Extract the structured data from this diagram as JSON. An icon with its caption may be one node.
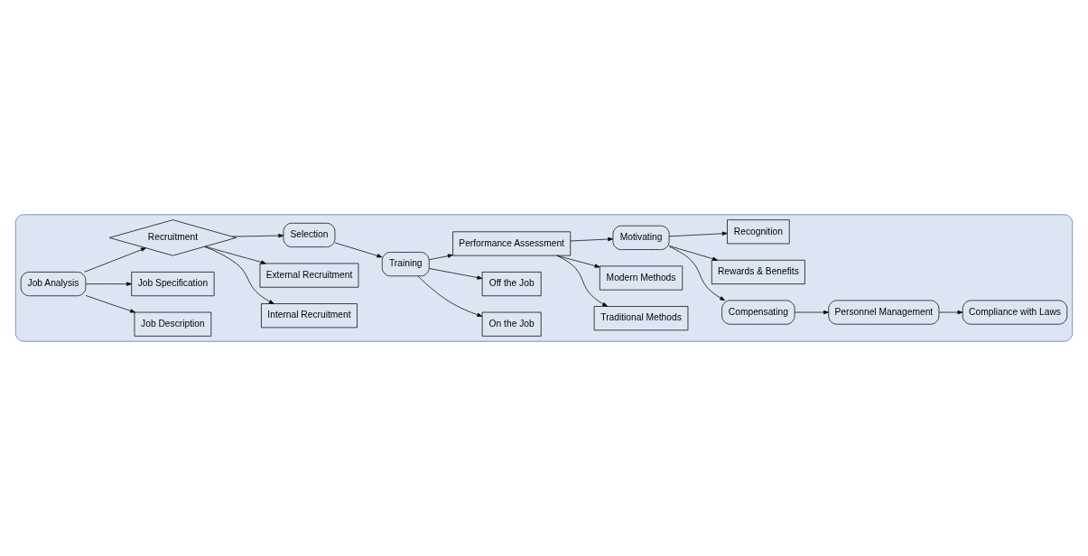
{
  "diagram": {
    "nodes": [
      {
        "text": [],
        "shape": "box"
      },
      {
        "text": [
          "Job Description"
        ],
        "in": 0
      },
      {
        "text": [
          "Job Specification"
        ],
        "in": 0
      },
      {
        "text": [
          "Job Analysis"
        ],
        "in": 0
      },
      {
        "text": [
          "Recruitment"
        ],
        "in": 0
      },
      {
        "text": [
          "Internal Recruitment"
        ],
        "in": 0
      },
      {
        "text": [
          "External Recruitment"
        ],
        "in": 0
      },
      {
        "text": [
          "Selection"
        ],
        "in": 0
      },
      {
        "text": [
          "Training"
        ],
        "in": 0
      },
      {
        "text": [
          "On the Job"
        ],
        "in": 0
      },
      {
        "text": [
          "Off the Job"
        ],
        "in": 0
      },
      {
        "text": [
          "Performance Assessment"
        ],
        "in": 0
      },
      {
        "text": [
          "Traditional Methods"
        ],
        "in": 0
      },
      {
        "text": [
          "Modern Methods"
        ],
        "in": 0
      },
      {
        "text": [
          "Compliance with Laws"
        ],
        "in": 0
      },
      {
        "text": [
          "Personnel Management"
        ],
        "in": 0
      },
      {
        "text": [
          "Compensating"
        ],
        "in": 0
      },
      {
        "text": [
          "Motivating"
        ],
        "in": 0
      },
      {
        "text": [
          "Rewards & Benefits"
        ],
        "in": 0
      },
      {
        "text": [
          "Recognition"
        ],
        "in": 0
      }
    ],
    "edges": [
      {
        "from": 3,
        "to": 1,
        "arrow": "to"
      },
      {
        "from": 3,
        "to": 2,
        "arrow": "to"
      },
      {
        "from": 3,
        "to": 4,
        "arrow": "to"
      },
      {
        "from": 4,
        "to": 5,
        "arrow": "to"
      },
      {
        "from": 4,
        "to": 6,
        "arrow": "to"
      },
      {
        "from": 4,
        "to": 7,
        "arrow": "to"
      },
      {
        "from": 7,
        "to": 8,
        "arrow": "to"
      },
      {
        "from": 8,
        "to": 9,
        "arrow": "to"
      },
      {
        "from": 8,
        "to": 10,
        "arrow": "to"
      },
      {
        "from": 8,
        "to": 11,
        "arrow": "to"
      },
      {
        "from": 11,
        "to": 12,
        "arrow": "to"
      },
      {
        "from": 11,
        "to": 13,
        "arrow": "to"
      },
      {
        "from": 11,
        "to": 17,
        "arrow": "to"
      },
      {
        "from": 17,
        "to": 16,
        "arrow": "to"
      },
      {
        "from": 16,
        "to": 15,
        "arrow": "to"
      },
      {
        "from": 15,
        "to": 14,
        "arrow": "to"
      },
      {
        "from": 17,
        "to": 18,
        "arrow": "to"
      },
      {
        "from": 17,
        "to": 19,
        "arrow": "to"
      }
    ]
  }
}
